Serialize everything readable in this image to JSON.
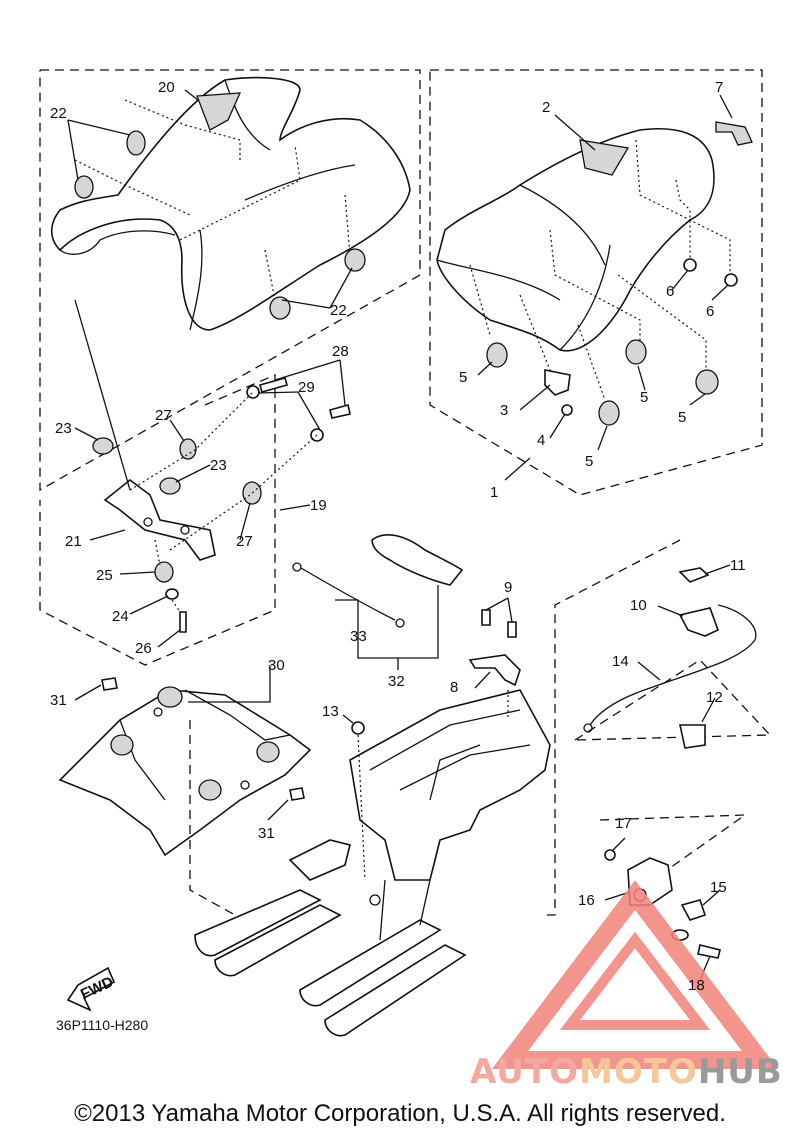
{
  "diagram": {
    "code": "36P1110-H280",
    "fwd_label": "FWD",
    "copyright": "©2013 Yamaha Motor Corporation, U.S.A. All rights reserved.",
    "watermark": {
      "part1": "AUTO",
      "part2": "MOTO",
      "part3": "HUB",
      "colors": {
        "logo": "#f2827a",
        "auto": "#f5a8a0",
        "moto": "#f6c79a",
        "hub": "#9a9a9a"
      }
    },
    "labels": {
      "n1": "1",
      "n2": "2",
      "n3": "3",
      "n4": "4",
      "n5a": "5",
      "n5b": "5",
      "n5c": "5",
      "n5d": "5",
      "n6a": "6",
      "n6b": "6",
      "n7": "7",
      "n8": "8",
      "n9": "9",
      "n10": "10",
      "n11": "11",
      "n12": "12",
      "n13": "13",
      "n14": "14",
      "n15": "15",
      "n16": "16",
      "n17": "17",
      "n18": "18",
      "n19": "19",
      "n20": "20",
      "n21": "21",
      "n22a": "22",
      "n22b": "22",
      "n23a": "23",
      "n23b": "23",
      "n24": "24",
      "n25": "25",
      "n26": "26",
      "n27a": "27",
      "n27b": "27",
      "n28": "28",
      "n29": "29",
      "n30": "30",
      "n31a": "31",
      "n31b": "31",
      "n32": "32",
      "n33": "33"
    }
  }
}
